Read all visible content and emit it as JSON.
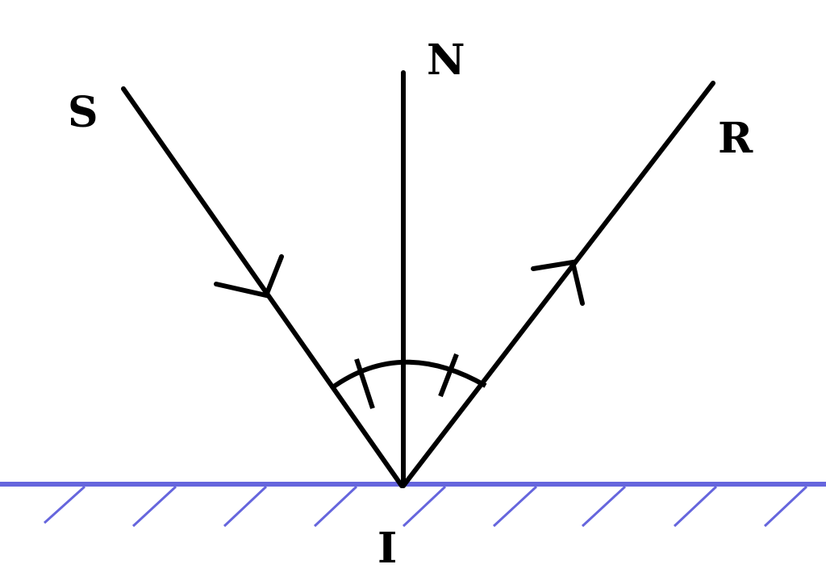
{
  "labels": {
    "source": "S",
    "normal": "N",
    "reflected": "R",
    "incidence_point": "I"
  },
  "colors": {
    "mirror": "#6666dd",
    "lines": "#000000",
    "background": "#ffffff"
  }
}
